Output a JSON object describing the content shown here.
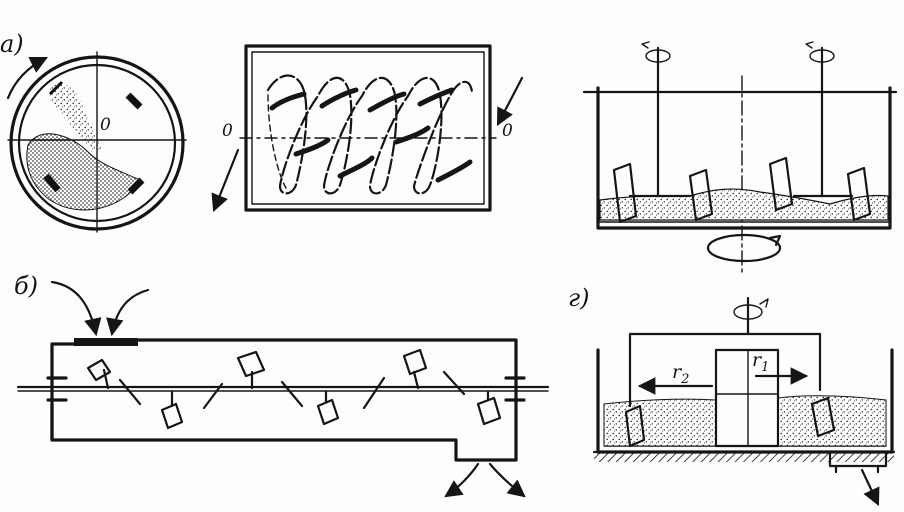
{
  "labels": {
    "panel_a": "а)",
    "panel_b": "б)",
    "panel_g": "г)",
    "axis_left": "0",
    "axis_mid": "0",
    "axis_right": "0",
    "r2": "r",
    "r2_sub": "2",
    "r1": "r",
    "r1_sub": "1"
  }
}
